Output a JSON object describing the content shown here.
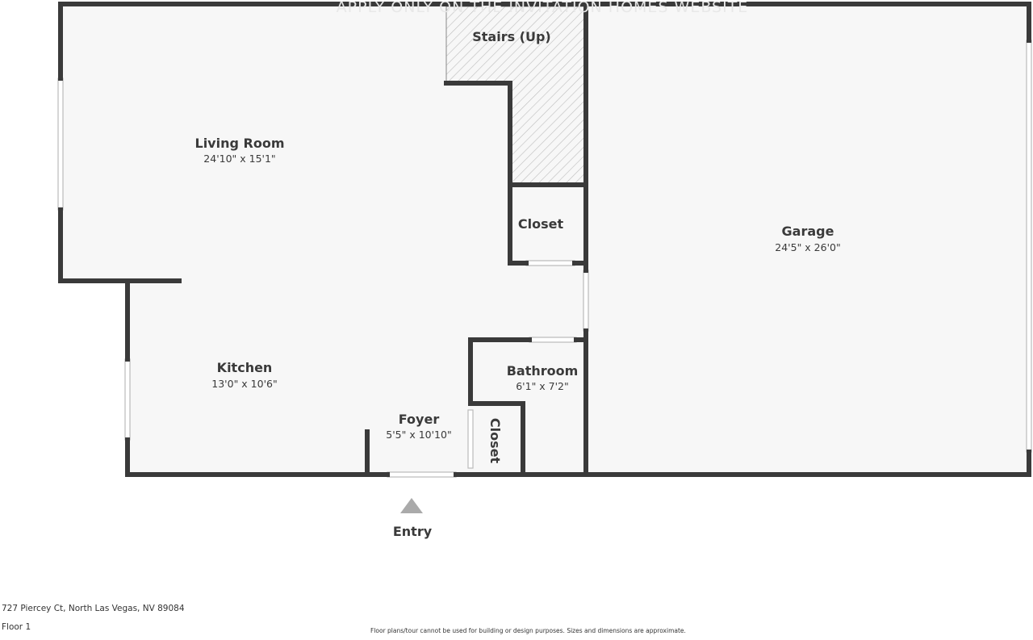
{
  "watermark": "APPLY ONLY ON THE INVITATION HOMES WEBSITE",
  "rooms": {
    "stairs": {
      "name": "Stairs (Up)"
    },
    "living_room": {
      "name": "Living Room",
      "dims": "24'10\" x 15'1\""
    },
    "closet_upper": {
      "name": "Closet"
    },
    "garage": {
      "name": "Garage",
      "dims": "24'5\" x 26'0\""
    },
    "kitchen": {
      "name": "Kitchen",
      "dims": "13'0\" x 10'6\""
    },
    "bathroom": {
      "name": "Bathroom",
      "dims": "6'1\" x 7'2\""
    },
    "foyer": {
      "name": "Foyer",
      "dims": "5'5\" x 10'10\""
    },
    "closet_lower": {
      "name": "Closet"
    }
  },
  "entry_label": "Entry",
  "address": "727 Piercey Ct, North Las Vegas, NV 89084",
  "floor": "Floor 1",
  "disclaimer": "Floor plans/tour cannot be used for building or design purposes. Sizes and dimensions are approximate.",
  "colors": {
    "wall": "#3a3a3a",
    "floor": "#f7f7f7"
  }
}
